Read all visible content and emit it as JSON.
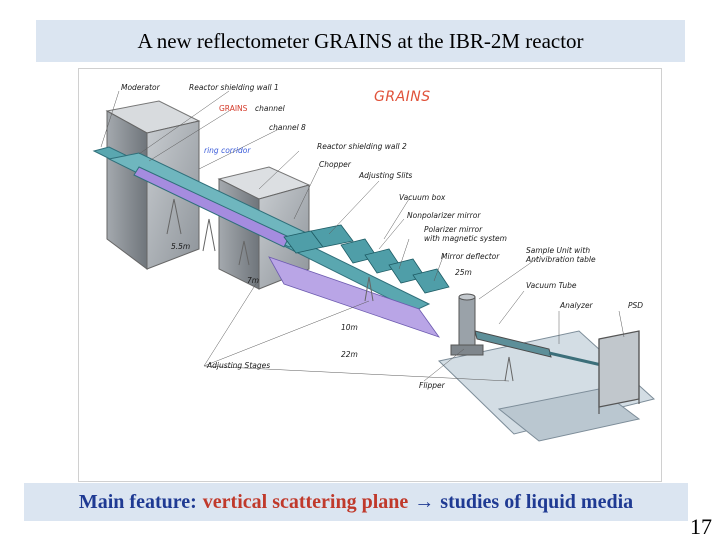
{
  "slide": {
    "title": "A new reflectometer GRAINS at the IBR-2M reactor",
    "page_number": "17"
  },
  "figure": {
    "heading": "GRAINS",
    "labels": {
      "moderator": "Moderator",
      "shielding_wall_1": "Reactor shielding wall 1",
      "grains_channel": "GRAINS",
      "channel_word": "channel",
      "channel_8": "channel 8",
      "ring_corridor": "ring corridor",
      "shielding_wall_2": "Reactor shielding wall 2",
      "chopper": "Chopper",
      "adjusting_slits": "Adjusting Slits",
      "vacuum_box": "Vacuum box",
      "nonpolarizer_mirror": "Nonpolarizer mirror",
      "polarizer_mirror": "Polarizer mirror",
      "magnetic_system": "with magnetic system",
      "mirror_deflector": "Mirror deflector",
      "sample_unit": "Sample Unit with",
      "antivibration_table": "Antivibration table",
      "vacuum_tube": "Vacuum Tube",
      "analyzer": "Analyzer",
      "psd": "PSD",
      "adjusting_stages": "Adjusting Stages",
      "flipper": "Flipper",
      "d_5_5m": "5.5m",
      "d_7m": "7m",
      "d_10m": "10m",
      "d_22m": "22m",
      "d_25m": "25m"
    }
  },
  "caption": {
    "key": "Main feature:",
    "highlight": "vertical scattering plane",
    "arrow": "→",
    "rest": "studies of liquid media"
  }
}
